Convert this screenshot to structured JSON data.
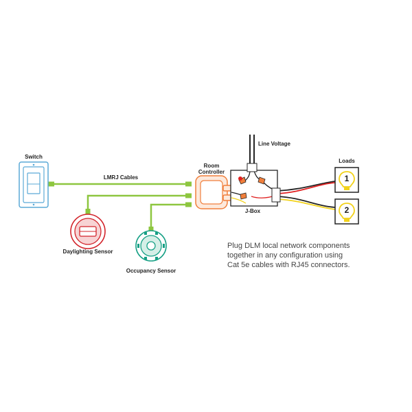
{
  "labels": {
    "switch": "Switch",
    "lmrj_cables": "LMRJ Cables",
    "room_controller_line1": "Room",
    "room_controller_line2": "Controller",
    "line_voltage": "Line Voltage",
    "loads": "Loads",
    "jbox": "J-Box",
    "daylighting_sensor": "Daylighting Sensor",
    "occupancy_sensor": "Occupancy Sensor",
    "load_1": "1",
    "load_2": "2"
  },
  "description": [
    "Plug DLM local network components",
    "together in any configuration using",
    "Cat 5e cables with RJ45 connectors."
  ],
  "colors": {
    "cable_green": "#8dc63f",
    "controller_orange": "#f07f3c",
    "daylight_red": "#d2232a",
    "occupancy_teal": "#16a085",
    "switch_blue": "#5aa9d6",
    "bulb_yellow": "#f2d21b",
    "wire_red": "#e02020",
    "wire_black": "#222222"
  }
}
